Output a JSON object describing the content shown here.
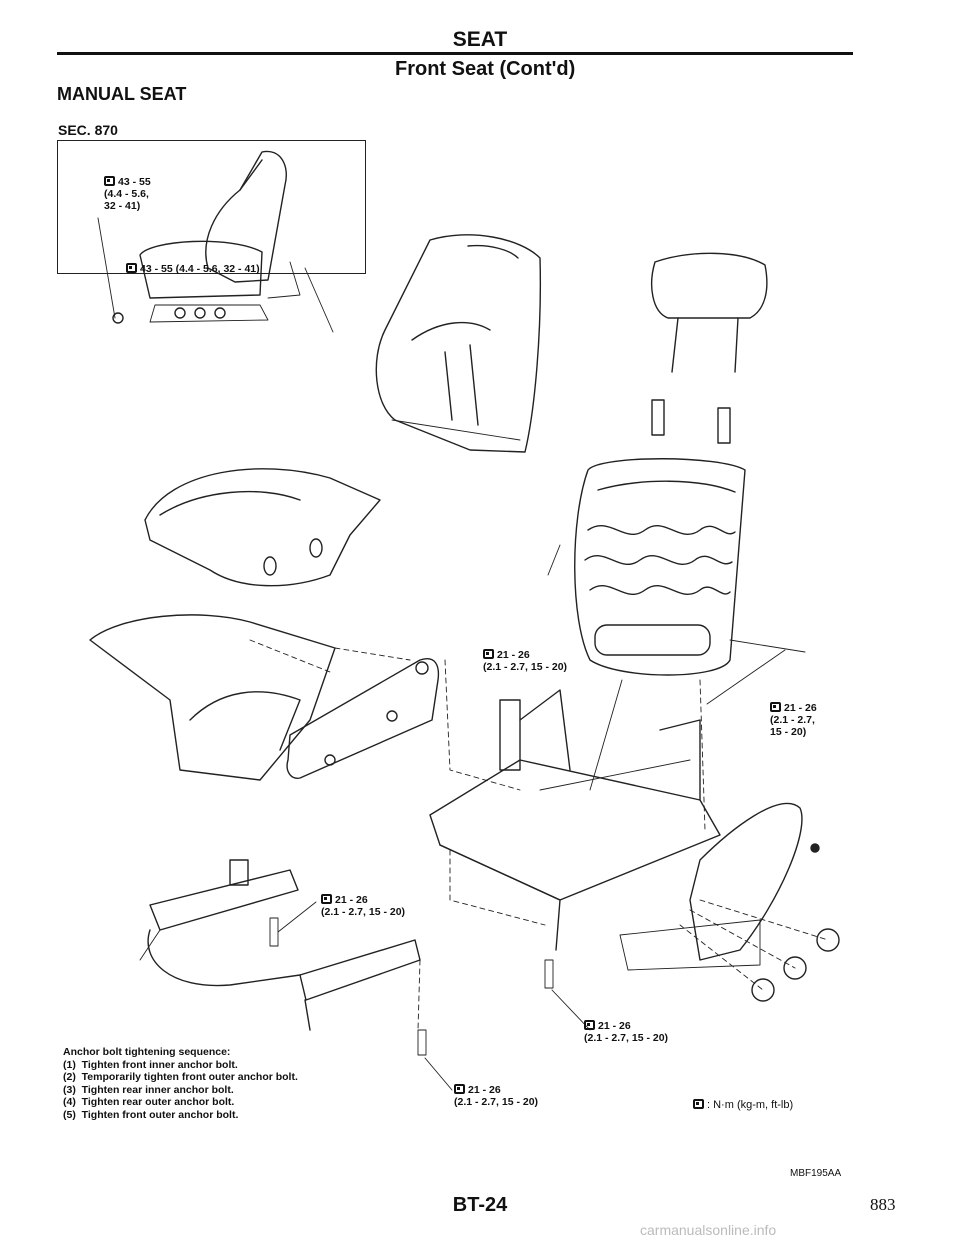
{
  "header": {
    "title": "SEAT",
    "subtitle": "Front Seat (Cont'd)"
  },
  "section_title": "MANUAL SEAT",
  "sec_label": "SEC. 870",
  "inset": {
    "torque_top": "43 - 55\n(4.4 - 5.6,\n32 - 41)",
    "torque_bottom": "43 - 55 (4.4 - 5.6, 32 - 41)"
  },
  "torques": {
    "center": "21 - 26\n(2.1 - 2.7, 15 - 20)",
    "right": "21 - 26\n(2.1 - 2.7,\n15 - 20)",
    "rail": "21 - 26\n(2.1 - 2.7, 15 - 20)",
    "lower_right": "21 - 26\n(2.1 - 2.7, 15 - 20)",
    "lower_center": "21 - 26\n(2.1 - 2.7, 15 - 20)"
  },
  "anchor_note": {
    "heading": "Anchor bolt tightening sequence:",
    "steps": [
      "(1)  Tighten front inner anchor bolt.",
      "(2)  Temporarily tighten front outer anchor bolt.",
      "(3)  Tighten rear inner anchor bolt.",
      "(4)  Tighten rear outer anchor bolt.",
      "(5)  Tighten front outer anchor bolt."
    ]
  },
  "legend": ": N·m (kg-m, ft-lb)",
  "figure_code": "MBF195AA",
  "page_id": "BT-24",
  "page_number": "883",
  "watermark": "carmanualsonline.info",
  "icons": {
    "torque": "torque-wrench-icon"
  }
}
